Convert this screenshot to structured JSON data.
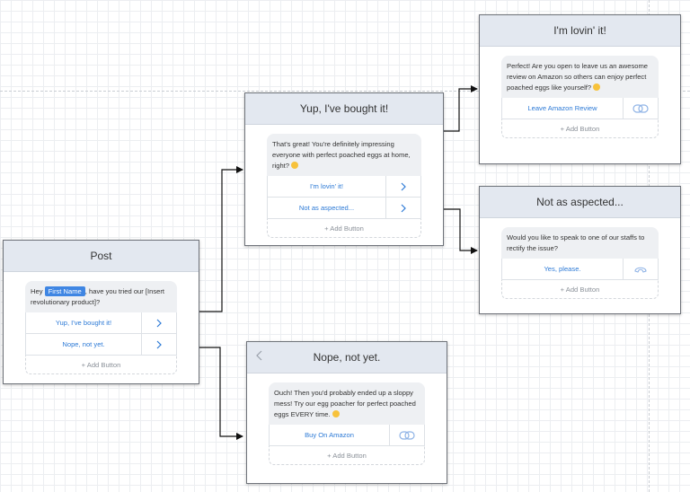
{
  "nodes": {
    "post": {
      "title": "Post",
      "message_prefix": "Hey",
      "variable": "First Name",
      "message_suffix": ", have you tried our [Insert revolutionary product]?",
      "buttons": [
        "Yup, I've bought it!",
        "Nope, not yet."
      ],
      "add_button": "+ Add Button"
    },
    "bought": {
      "title": "Yup, I've bought it!",
      "message": "That's great! You're definitely impressing everyone with perfect poached eggs at home, right?",
      "buttons": [
        "I'm lovin' it!",
        "Not as aspected..."
      ],
      "add_button": "+ Add Button"
    },
    "not_yet": {
      "title": "Nope, not yet.",
      "message": "Ouch! Then you'd probably ended up a sloppy mess! Try our egg poacher for perfect poached eggs EVERY time.",
      "buttons": [
        "Buy On Amazon"
      ],
      "add_button": "+ Add Button"
    },
    "lovin": {
      "title": "I'm lovin' it!",
      "message": "Perfect! Are you open to leave us an awesome review on Amazon so others can enjoy perfect poached eggs like yourself?",
      "buttons": [
        "Leave Amazon Review"
      ],
      "add_button": "+ Add Button"
    },
    "not_as": {
      "title": "Not as aspected...",
      "message": "Would you like to speak to one of our staffs to rectify the issue?",
      "buttons": [
        "Yes, please."
      ],
      "add_button": "+ Add Button"
    }
  },
  "colors": {
    "header_bg": "#e3e8f0",
    "link_blue": "#2d7ad6",
    "variable_chip": "#3f86e3",
    "connector": "#111111"
  },
  "icons": {
    "next": "chevron-right-icon",
    "link": "link-icon",
    "phone": "phone-icon",
    "back": "chevron-left-icon",
    "emoji": "emoji-icon"
  }
}
